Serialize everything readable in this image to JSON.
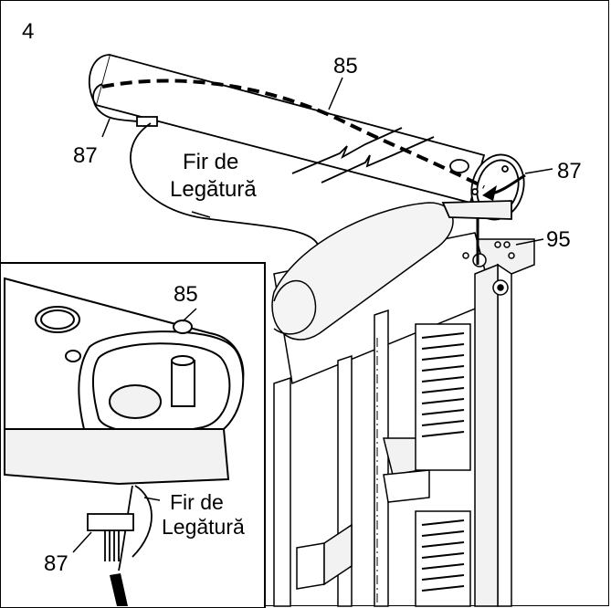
{
  "step_number": "4",
  "labels": {
    "part_85_main": "85",
    "part_87_left": "87",
    "part_87_right": "87",
    "part_95": "95",
    "wire_main_line1": "Fir de",
    "wire_main_line2": "Legătură",
    "inset_part_85": "85",
    "inset_wire_line1": "Fir de",
    "inset_wire_line2": "Legătură",
    "inset_part_87": "87"
  }
}
